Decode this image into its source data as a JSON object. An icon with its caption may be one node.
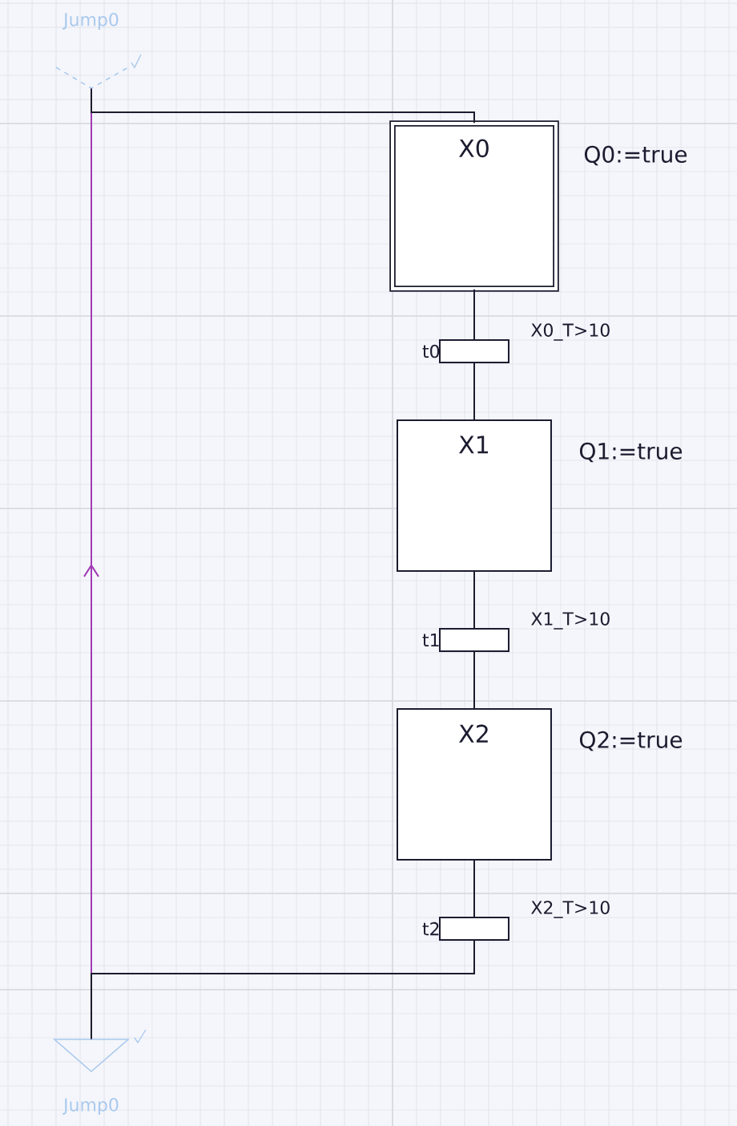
{
  "diagram": {
    "nodes": [
      {
        "text": [
          "Jump0"
        ]
      },
      {
        "text": [
          "X0"
        ],
        "beside": [
          "Q0:=true"
        ]
      },
      {
        "text": [],
        "shape": "bar",
        "beside": [
          "t0",
          "X0_T>10"
        ]
      },
      {
        "text": [
          "X1"
        ],
        "beside": [
          "Q1:=true"
        ]
      },
      {
        "text": [],
        "shape": "bar",
        "beside": [
          "t1",
          "X1_T>10"
        ]
      },
      {
        "text": [
          "X2"
        ],
        "beside": [
          "Q2:=true"
        ]
      },
      {
        "text": [],
        "shape": "bar",
        "beside": [
          "t2",
          "X2_T>10"
        ]
      },
      {
        "text": [
          "Jump0"
        ]
      }
    ],
    "edges": [
      {
        "from": 0,
        "to": 1,
        "arrow": "none"
      },
      {
        "from": 1,
        "to": 2,
        "arrow": "none"
      },
      {
        "from": 2,
        "to": 3,
        "arrow": "none"
      },
      {
        "from": 3,
        "to": 4,
        "arrow": "none"
      },
      {
        "from": 4,
        "to": 5,
        "arrow": "none"
      },
      {
        "from": 5,
        "to": 6,
        "arrow": "none"
      },
      {
        "from": 6,
        "to": 7,
        "arrow": "none"
      },
      {
        "from": 7,
        "to": 0,
        "arrow": "to",
        "color": "#a03cb4"
      }
    ]
  }
}
